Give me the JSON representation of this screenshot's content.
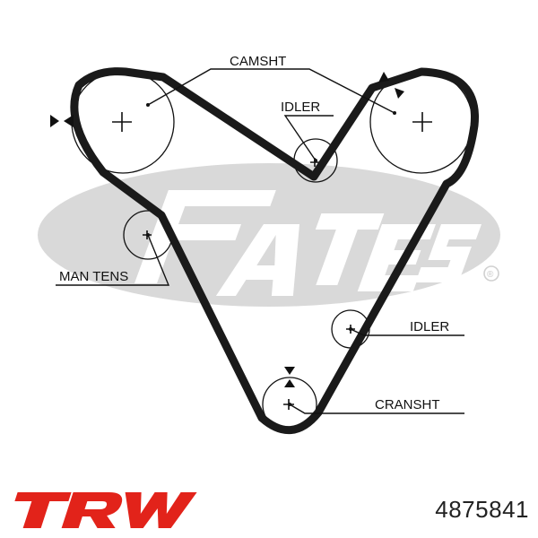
{
  "labels": {
    "camshaft": "CAMSHT",
    "idler_top": "IDLER",
    "man_tens": "MAN TENS",
    "idler_right": "IDLER",
    "cranshaft": "CRANSHT"
  },
  "watermark": {
    "icon": "gates-logo-icon",
    "trademark": "®",
    "color": "#d8d8d8"
  },
  "brand": {
    "icon": "trw-logo-icon",
    "color": "#e2231a"
  },
  "part_number": "4875841",
  "colors": {
    "belt": "#1a1a1a",
    "line": "#111111"
  }
}
